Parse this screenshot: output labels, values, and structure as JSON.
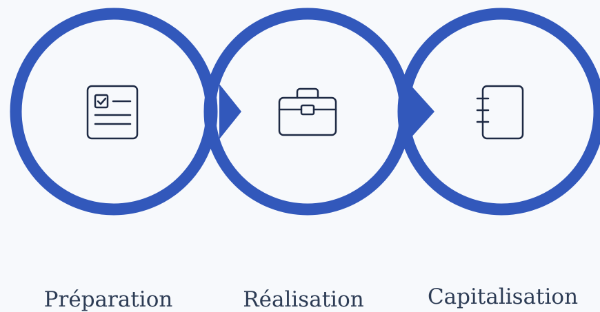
{
  "colors": {
    "ring": "#3258bb",
    "icon": "#1e2a44",
    "background": "#f7f9fc",
    "label": "#2d3c55"
  },
  "steps": [
    {
      "label": "Préparation",
      "icon": "checklist-icon"
    },
    {
      "label": "Réalisation",
      "icon": "briefcase-icon"
    },
    {
      "label": "Capitalisation",
      "icon": "notebook-icon"
    }
  ]
}
